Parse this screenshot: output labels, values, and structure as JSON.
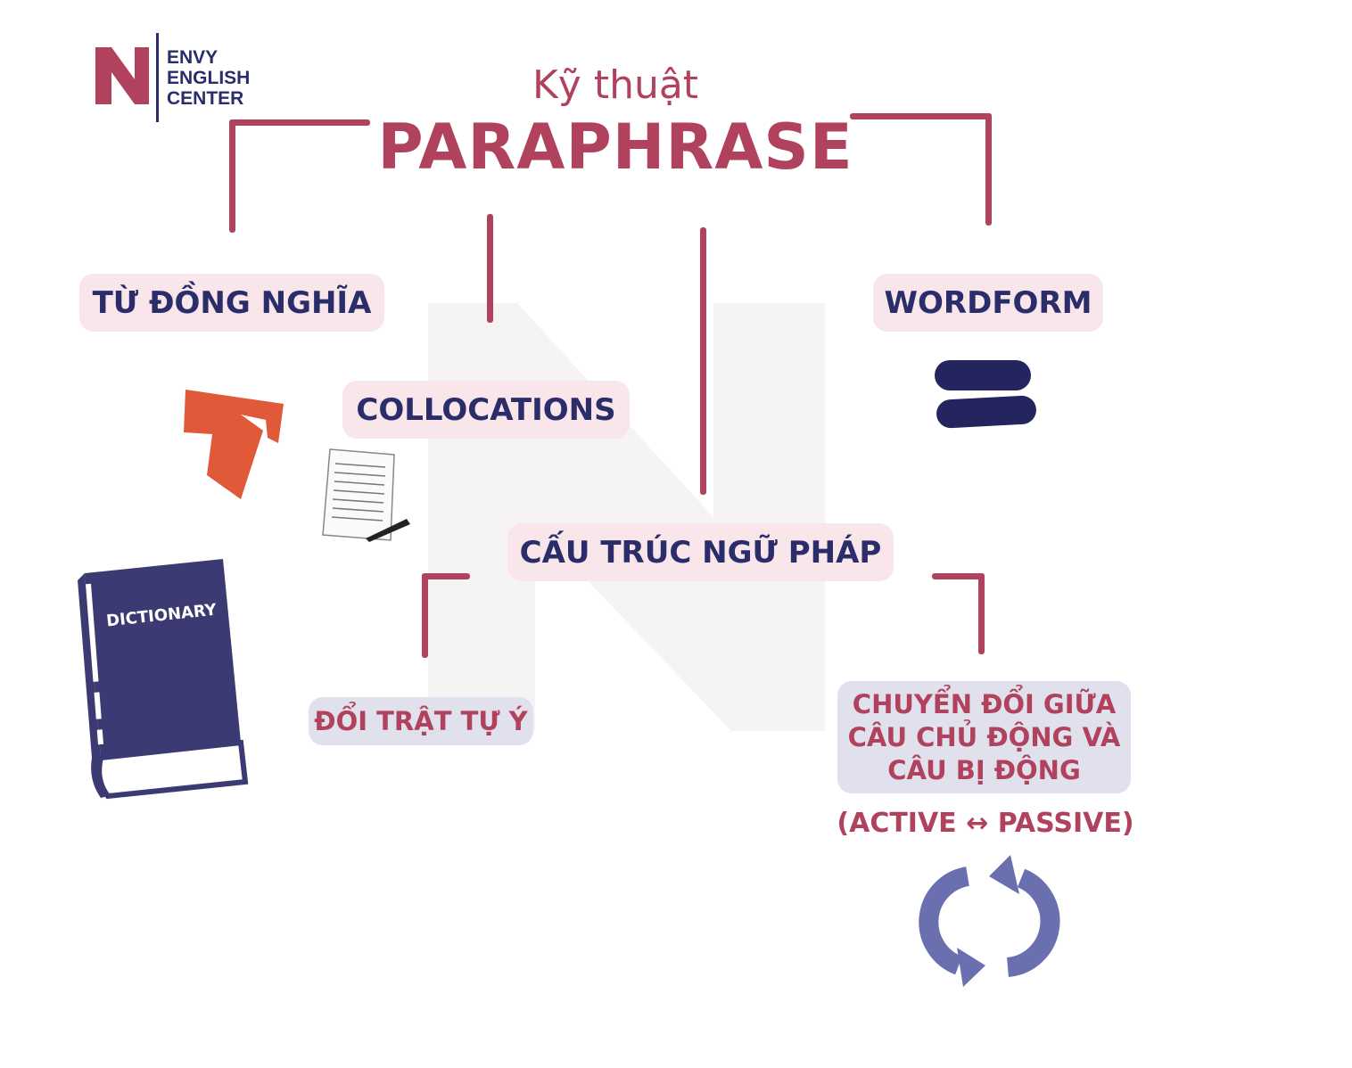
{
  "logo": {
    "lines": [
      "ENVY",
      "ENGLISH",
      "CENTER"
    ]
  },
  "title": {
    "pre": "Kỹ thuật",
    "main": "PARAPHRASE"
  },
  "nodes": {
    "synonyms": "TỪ ĐỒNG NGHĨA",
    "wordform": "WORDFORM",
    "collocations": "COLLOCATIONS",
    "grammar": "CẤU TRÚC NGỮ PHÁP",
    "reorder": "ĐỔI TRẬT TỰ Ý",
    "voice": [
      "CHUYỂN ĐỔI GIỮA",
      "CÂU CHỦ ĐỘNG VÀ",
      "CÂU BỊ ĐỘNG"
    ],
    "voice_note": "(ACTIVE ↔ PASSIVE)"
  },
  "dictionary_label": "DICTIONARY",
  "colors": {
    "accent": "#b0425e",
    "navy": "#2b2d6b",
    "pill": "#f8e6ea",
    "gray": "#e0e1ec"
  }
}
